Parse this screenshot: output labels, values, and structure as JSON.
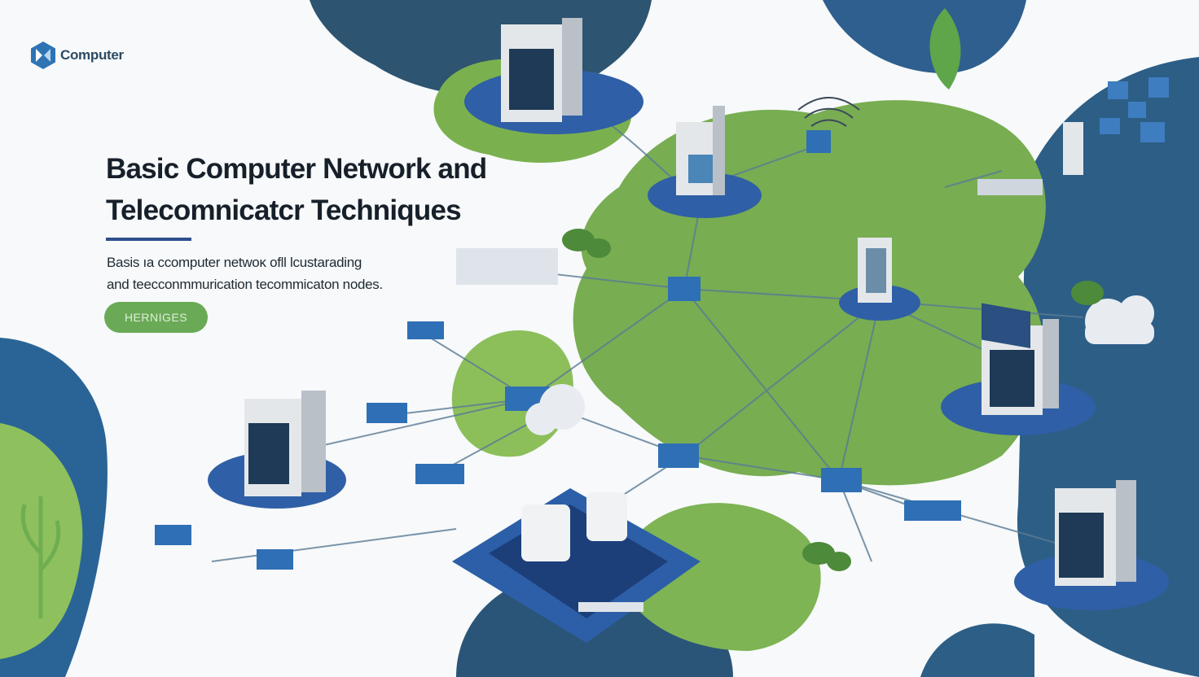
{
  "brand": {
    "name": "Computer"
  },
  "hero": {
    "title_line1": "Basic Computer Network and",
    "title_line2": "Telecomnicatcr Techniques",
    "desc_line1": "Basis ıa ccomputer netwoĸ ofll lcustarading",
    "desc_line2": "and teecconmmurication tecommicaton nodes.",
    "cta_label": "HERNIGES"
  },
  "colors": {
    "green": "#6aaa56",
    "blue": "#2f5fa6",
    "dark_blue": "#2d5470",
    "title": "#17202a"
  }
}
